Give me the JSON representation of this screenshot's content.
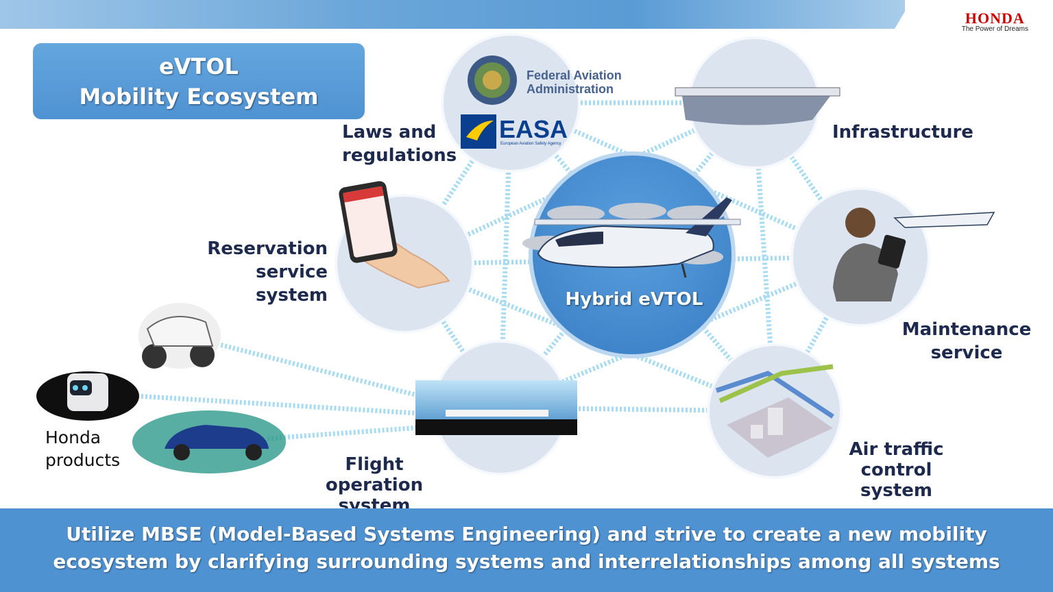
{
  "brand": {
    "logo": "HONDA",
    "tagline": "The Power of Dreams"
  },
  "title": {
    "line1": "eVTOL",
    "line2": "Mobility Ecosystem"
  },
  "hub": {
    "label": "Hybrid eVTOL"
  },
  "nodes": {
    "laws": {
      "line1": "Laws and",
      "line2": "regulations",
      "faa_line1": "Federal Aviation",
      "faa_line2": "Administration",
      "easa": "EASA",
      "easa_sub": "European Aviation Safety Agency"
    },
    "infrastructure": {
      "label": "Infrastructure"
    },
    "reservation": {
      "line1": "Reservation",
      "line2": "service system"
    },
    "maintenance": {
      "line1": "Maintenance",
      "line2": "service"
    },
    "flight_operation": {
      "line1": "Flight operation",
      "line2": "system"
    },
    "air_traffic": {
      "line1": "Air traffic",
      "line2": "control system"
    }
  },
  "products": {
    "line1": "Honda",
    "line2": "products"
  },
  "footer": {
    "line1": "Utilize MBSE (Model-Based Systems Engineering) and strive to create a new mobility",
    "line2": "ecosystem by clarifying surrounding systems and interrelationships among all systems"
  },
  "colors": {
    "accent": "#4f92d2",
    "node_fill": "#dce4f0",
    "hub_fill": "#4a8fd0",
    "link": "#9fd6f0",
    "brand_red": "#cc0000"
  }
}
